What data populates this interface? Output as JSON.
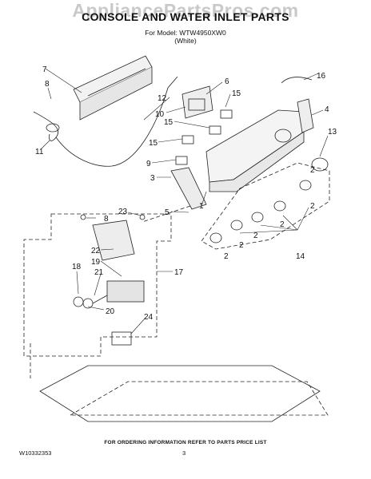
{
  "watermark": "AppliancePartsPros.com",
  "header": {
    "title": "CONSOLE AND WATER INLET PARTS",
    "model_line": "For Model: WTW4950XW0",
    "color_line": "(White)"
  },
  "footer": {
    "ordering_note": "FOR ORDERING INFORMATION REFER TO PARTS PRICE LIST",
    "doc_number": "W10332353",
    "page_number": "3"
  },
  "callouts": [
    {
      "id": "c7",
      "text": "7"
    },
    {
      "id": "c8a",
      "text": "8"
    },
    {
      "id": "c11",
      "text": "11"
    },
    {
      "id": "c6",
      "text": "6"
    },
    {
      "id": "c12",
      "text": "12"
    },
    {
      "id": "c10",
      "text": "10"
    },
    {
      "id": "c15a",
      "text": "15"
    },
    {
      "id": "c16",
      "text": "16"
    },
    {
      "id": "c15b",
      "text": "15"
    },
    {
      "id": "c4",
      "text": "4"
    },
    {
      "id": "c15c",
      "text": "15"
    },
    {
      "id": "c13",
      "text": "13"
    },
    {
      "id": "c9",
      "text": "9"
    },
    {
      "id": "c3",
      "text": "3"
    },
    {
      "id": "c2a",
      "text": "2"
    },
    {
      "id": "c1",
      "text": "1"
    },
    {
      "id": "c2b",
      "text": "2"
    },
    {
      "id": "c5",
      "text": "5"
    },
    {
      "id": "c2c",
      "text": "2"
    },
    {
      "id": "c2d",
      "text": "2"
    },
    {
      "id": "c2e",
      "text": "2"
    },
    {
      "id": "c2f",
      "text": "2"
    },
    {
      "id": "c14",
      "text": "14"
    },
    {
      "id": "c8b",
      "text": "8"
    },
    {
      "id": "c23",
      "text": "23"
    },
    {
      "id": "c22",
      "text": "22"
    },
    {
      "id": "c17",
      "text": "17"
    },
    {
      "id": "c19",
      "text": "19"
    },
    {
      "id": "c18",
      "text": "18"
    },
    {
      "id": "c21",
      "text": "21"
    },
    {
      "id": "c20",
      "text": "20"
    },
    {
      "id": "c24",
      "text": "24"
    }
  ]
}
